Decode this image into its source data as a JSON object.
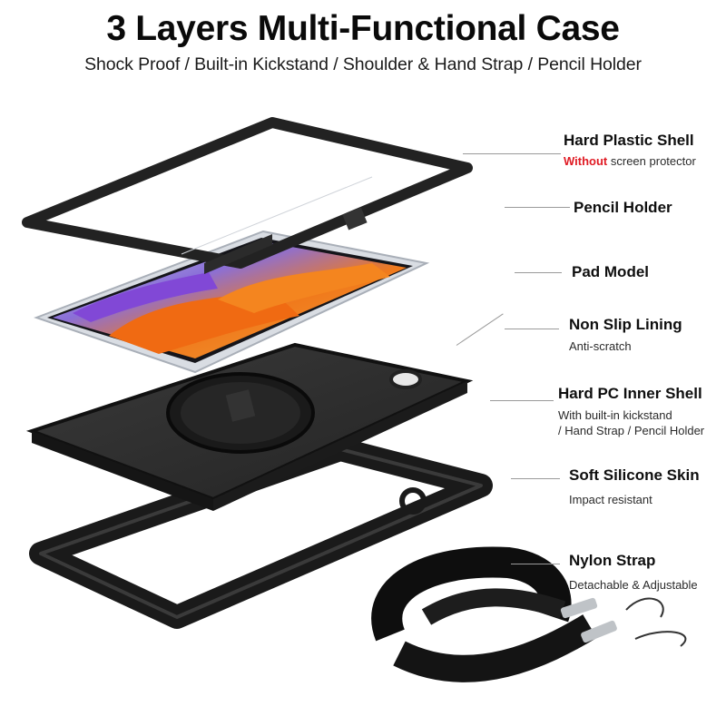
{
  "header": {
    "title": "3 Layers Multi-Functional Case",
    "subtitle": "Shock Proof / Built-in Kickstand / Shoulder & Hand Strap / Pencil Holder"
  },
  "callouts": [
    {
      "title": "Hard Plastic Shell",
      "accent": "Without",
      "subtitle": "screen protector"
    },
    {
      "title": "Pencil Holder"
    },
    {
      "title": "Pad Model"
    },
    {
      "title": "Non Slip Lining",
      "subtitle": "Anti-scratch"
    },
    {
      "title": "Hard PC Inner Shell",
      "subtitle_lines": [
        "With built-in kickstand",
        "/ Hand Strap / Pencil Holder"
      ]
    },
    {
      "title": "Soft Silicone Skin",
      "subtitle": "Impact resistant"
    },
    {
      "title": "Nylon Strap",
      "subtitle": "Detachable & Adjustable"
    }
  ],
  "colors": {
    "accent_red": "#e01b24",
    "case_black": "#1c1c1c",
    "leader_gray": "#9a9a9a",
    "screen_orange": "#f2761b",
    "screen_purple": "#7a3fd1"
  }
}
